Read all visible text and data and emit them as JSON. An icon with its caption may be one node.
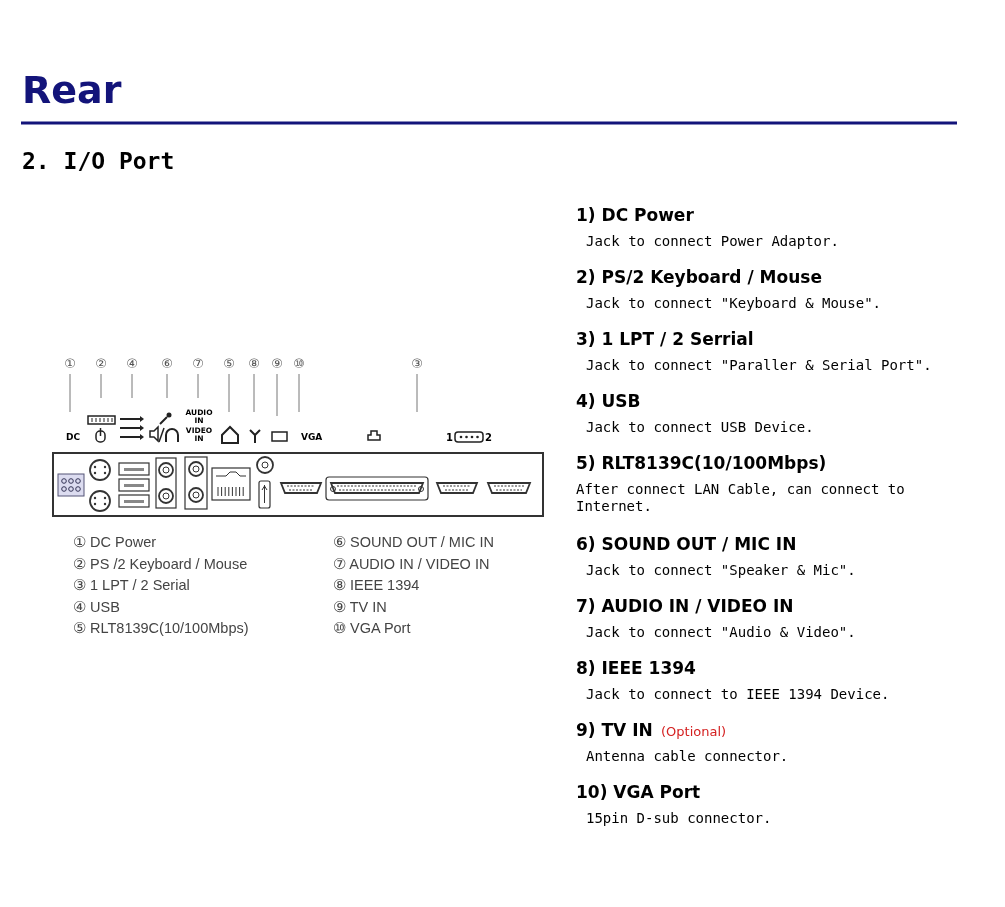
{
  "diagram": {
    "title": "Rear",
    "nodes": [
      {
        "text": [
          "①"
        ]
      },
      {
        "text": [
          "②"
        ]
      },
      {
        "text": [
          "④"
        ]
      },
      {
        "text": [
          "⑥"
        ]
      },
      {
        "text": [
          "⑦"
        ]
      },
      {
        "text": [
          "⑤"
        ]
      },
      {
        "text": [
          "⑧"
        ]
      },
      {
        "text": [
          "⑨"
        ]
      },
      {
        "text": [
          "⑩"
        ]
      },
      {
        "text": [
          "③"
        ]
      }
    ],
    "edges": [
      {
        "from": 0,
        "to": null,
        "arrow": "none"
      },
      {
        "from": 1,
        "to": null,
        "arrow": "none"
      },
      {
        "from": 2,
        "to": null,
        "arrow": "none"
      },
      {
        "from": 3,
        "to": null,
        "arrow": "none"
      },
      {
        "from": 4,
        "to": null,
        "arrow": "none"
      },
      {
        "from": 5,
        "to": null,
        "arrow": "none"
      },
      {
        "from": 6,
        "to": null,
        "arrow": "none"
      },
      {
        "from": 7,
        "to": null,
        "arrow": "none"
      },
      {
        "from": 8,
        "to": null,
        "arrow": "none"
      },
      {
        "from": 9,
        "to": null,
        "arrow": "none"
      }
    ],
    "labels": [
      "2. I/O Port",
      "DC",
      "AUDIO IN",
      "VIDEO IN",
      "VGA",
      "1",
      "2",
      "① DC Power",
      "② PS /2 Keyboard  / Mouse",
      "③ 1 LPT / 2 Serial",
      "④ USB",
      "⑤ RLT8139C(10/100Mbps)",
      "⑥ SOUND OUT / MIC IN",
      "⑦ AUDIO IN / VIDEO IN",
      "⑧ IEEE 1394",
      "⑨ TV IN",
      "⑩ VGA Port",
      "1) DC Power",
      "Jack to connect Power Adaptor.",
      "2) PS/2 Keyboard / Mouse",
      "Jack to connect \"Keyboard & Mouse\".",
      "3) 1 LPT / 2 Serrial",
      "Jack to connect \"Paraller & Serial Port\".",
      "4) USB",
      "Jack to connect USB Device.",
      "5) RLT8139C(10/100Mbps)",
      "After connect LAN Cable, can connect to Internet.",
      "6) SOUND OUT / MIC IN",
      "Jack to connect \"Speaker & Mic\".",
      "7) AUDIO IN / VIDEO IN",
      "Jack to connect \"Audio & Video\".",
      "8) IEEE 1394",
      "Jack to connect to IEEE 1394 Device.",
      "9) TV IN",
      "(Optional)",
      "Antenna cable connector.",
      "10) VGA Port",
      "15pin D-sub connector."
    ]
  }
}
